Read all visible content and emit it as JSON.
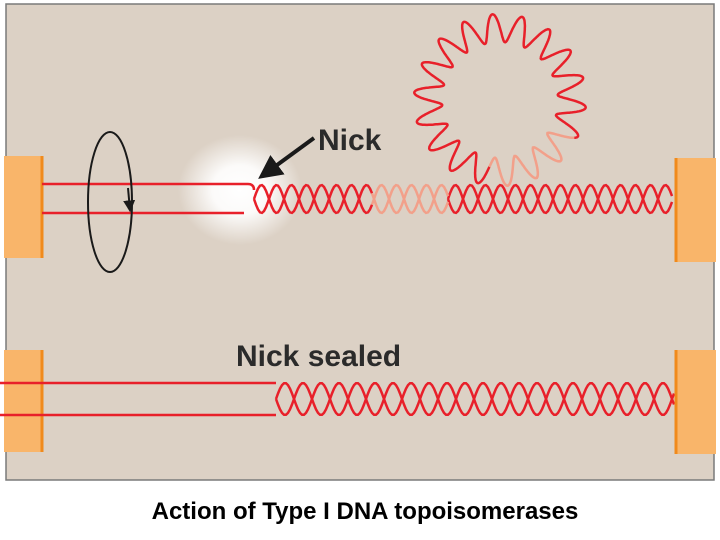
{
  "diagram": {
    "label_nick": "Nick",
    "label_nick_sealed": "Nick sealed"
  },
  "caption": "Action of Type I DNA topoisomerases",
  "colors": {
    "panel_background": "#dcd1c5",
    "panel_border": "#7a7a7a",
    "dna_strand": "#e8202a",
    "dna_strand_faded": "#f2a08a",
    "anchor_block": "#f9b56a",
    "anchor_edge": "#f08a1c",
    "arrow": "#1a1a1a"
  },
  "icons": {
    "rotation": "rotation-arrow-icon",
    "pointer": "pointer-arrow-icon"
  }
}
